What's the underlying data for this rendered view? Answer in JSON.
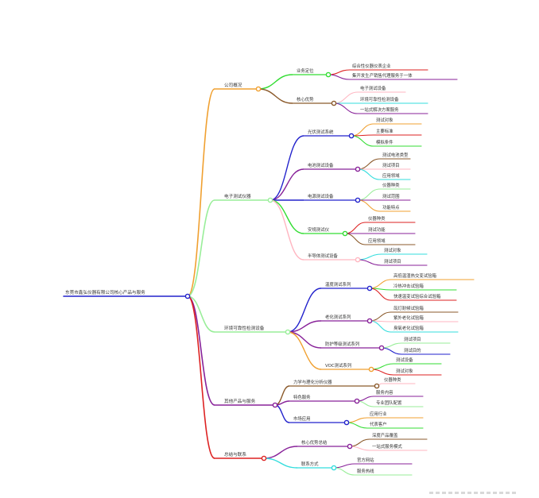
{
  "root": "东莞市鑫弘仪器有限公司核心产品与服务",
  "branches": [
    {
      "label": "公司概况",
      "color": "#f0a030",
      "children": [
        {
          "label": "业务定位",
          "color": "#33dd33",
          "children": [
            {
              "label": "综合性仪器仪表企业",
              "color": "#dd2222"
            },
            {
              "label": "集开发生产销售代理服务于一体",
              "color": "#882299"
            }
          ]
        },
        {
          "label": "核心优势",
          "color": "#8b5a2b",
          "children": [
            {
              "label": "电子测试设备",
              "color": "#ffb6c1"
            },
            {
              "label": "环境可靠性检测设备",
              "color": "#33dddd"
            },
            {
              "label": "一站式解决方案服务",
              "color": "#882299"
            }
          ]
        }
      ]
    },
    {
      "label": "电子测试仪器",
      "color": "#99ee99",
      "children": [
        {
          "label": "光伏测试系统",
          "color": "#2222cc",
          "children": [
            {
              "label": "测试对象",
              "color": "#f0a030"
            },
            {
              "label": "主要标准",
              "color": "#dd2222"
            },
            {
              "label": "模拟条件",
              "color": "#33dd33"
            }
          ]
        },
        {
          "label": "电池测试设备",
          "color": "#882299",
          "children": [
            {
              "label": "测试电池类型",
              "color": "#8b5a2b"
            },
            {
              "label": "测试项目",
              "color": "#ffb6c1"
            },
            {
              "label": "应用领域",
              "color": "#33dddd"
            }
          ]
        },
        {
          "label": "电源测试设备",
          "color": "#2222cc",
          "children": [
            {
              "label": "仪器种类",
              "color": "#99ee99"
            },
            {
              "label": "测试范围",
              "color": "#882299"
            },
            {
              "label": "功能特点",
              "color": "#f0a030"
            }
          ]
        },
        {
          "label": "安规测试仪",
          "color": "#33dd33",
          "children": [
            {
              "label": "仪器种类",
              "color": "#dd2222"
            },
            {
              "label": "测试功能",
              "color": "#882299"
            },
            {
              "label": "应用领域",
              "color": "#8b5a2b"
            }
          ]
        },
        {
          "label": "半导体测试设备",
          "color": "#ffb6c1",
          "children": [
            {
              "label": "测试对象",
              "color": "#33dddd"
            },
            {
              "label": "测试项目",
              "color": "#882299"
            }
          ]
        }
      ]
    },
    {
      "label": "环境可靠性检测设备",
      "color": "#99ee99",
      "children": [
        {
          "label": "温度测试系列",
          "color": "#2222cc",
          "children": [
            {
              "label": "高低温湿热交变试验箱",
              "color": "#f0a030"
            },
            {
              "label": "冷热冲击试验箱",
              "color": "#33dd33"
            },
            {
              "label": "快速温变试验综合试验箱",
              "color": "#dd2222"
            }
          ]
        },
        {
          "label": "老化测试系列",
          "color": "#882299",
          "children": [
            {
              "label": "氙灯耐候试验箱",
              "color": "#8b5a2b"
            },
            {
              "label": "紫外老化试验箱",
              "color": "#ffb6c1"
            },
            {
              "label": "臭氧老化试验箱",
              "color": "#33dddd"
            }
          ]
        },
        {
          "label": "防护等级测试系列",
          "color": "#882299",
          "children": [
            {
              "label": "测试项目",
              "color": "#99ee99"
            },
            {
              "label": "测试目的",
              "color": "#2222cc"
            }
          ]
        },
        {
          "label": "VOC测试系列",
          "color": "#f0a030",
          "children": [
            {
              "label": "测试设备",
              "color": "#33dd33"
            },
            {
              "label": "测试对象",
              "color": "#dd2222"
            }
          ]
        }
      ]
    },
    {
      "label": "其他产品与服务",
      "color": "#882299",
      "children": [
        {
          "label": "力学与理化分析仪器",
          "color": "#8b5a2b",
          "children": [
            {
              "label": "仪器种类",
              "color": "#ffb6c1"
            }
          ]
        },
        {
          "label": "特色服务",
          "color": "#882299",
          "children": [
            {
              "label": "服务内容",
              "color": "#882299"
            },
            {
              "label": "专业团队配置",
              "color": "#99ee99"
            }
          ]
        },
        {
          "label": "市场应用",
          "color": "#2222cc",
          "children": [
            {
              "label": "应用行业",
              "color": "#f0a030"
            },
            {
              "label": "代表客户",
              "color": "#33dd33"
            }
          ]
        }
      ]
    },
    {
      "label": "总结与联系",
      "color": "#dd2222",
      "children": [
        {
          "label": "核心优势总结",
          "color": "#882299",
          "children": [
            {
              "label": "深度产品覆盖",
              "color": "#8b5a2b"
            },
            {
              "label": "一站式服务模式",
              "color": "#ffb6c1"
            }
          ]
        },
        {
          "label": "联系方式",
          "color": "#33dddd",
          "children": [
            {
              "label": "官方网站",
              "color": "#882299"
            },
            {
              "label": "服务热线",
              "color": "#99ee99"
            }
          ]
        }
      ]
    }
  ]
}
